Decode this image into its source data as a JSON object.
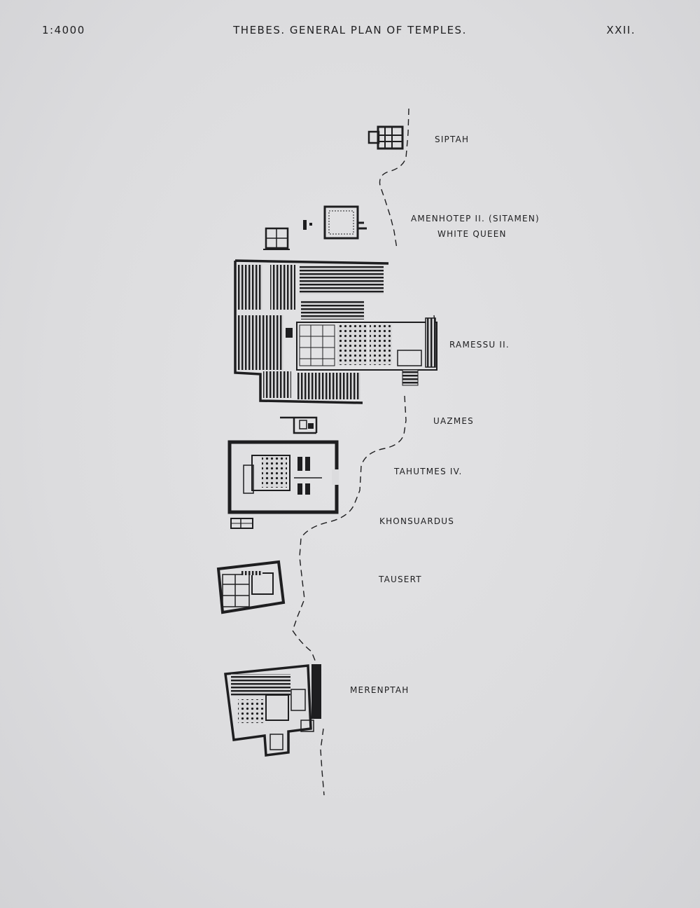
{
  "header": {
    "scale": "1:4000",
    "title": "THEBES.   GENERAL PLAN OF TEMPLES.",
    "plate": "XXII."
  },
  "temples": [
    {
      "id": "siptah",
      "label": "SIPTAH"
    },
    {
      "id": "amenhotep",
      "label": "AMENHOTEP II. (SITAMEN)"
    },
    {
      "id": "white-queen",
      "label": "WHITE QUEEN"
    },
    {
      "id": "ramessu",
      "label": "RAMESSU II."
    },
    {
      "id": "uazmes",
      "label": "UAZMES"
    },
    {
      "id": "tahutmes",
      "label": "TAHUTMES IV."
    },
    {
      "id": "khonsuardus",
      "label": "KHONSUARDUS"
    },
    {
      "id": "tausert",
      "label": "TAUSERT"
    },
    {
      "id": "merenptah",
      "label": "MERENPTAH"
    }
  ],
  "colors": {
    "ink": "#1e1e20",
    "paper": "#dcdcde"
  }
}
